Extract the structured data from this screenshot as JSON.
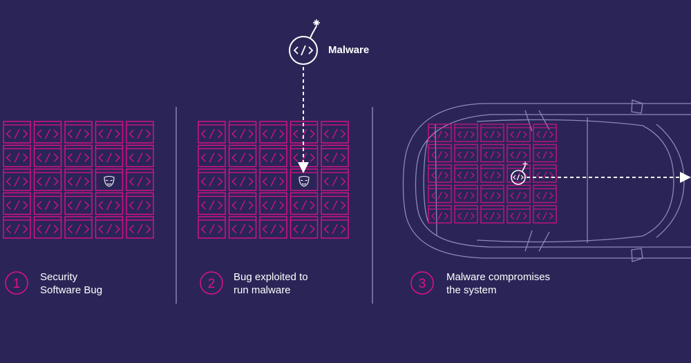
{
  "malware": {
    "label": "Malware",
    "icon": "bomb-code-icon"
  },
  "grid": {
    "rows": 5,
    "cols": 5,
    "cell_icon": "code-window-icon",
    "bug_icon": "bug-face-icon",
    "bug_position": {
      "row": 3,
      "col": 4
    }
  },
  "steps": [
    {
      "number": "1",
      "line1": "Security",
      "line2": "Software Bug"
    },
    {
      "number": "2",
      "line1": "Bug exploited to",
      "line2": "run malware"
    },
    {
      "number": "3",
      "line1": "Malware compromises",
      "line2": "the system"
    }
  ],
  "colors": {
    "background": "#2b2557",
    "accent": "#e0108a",
    "line": "#ffffff",
    "divider": "#8a85ad",
    "car_outline": "#8e8ab8"
  }
}
